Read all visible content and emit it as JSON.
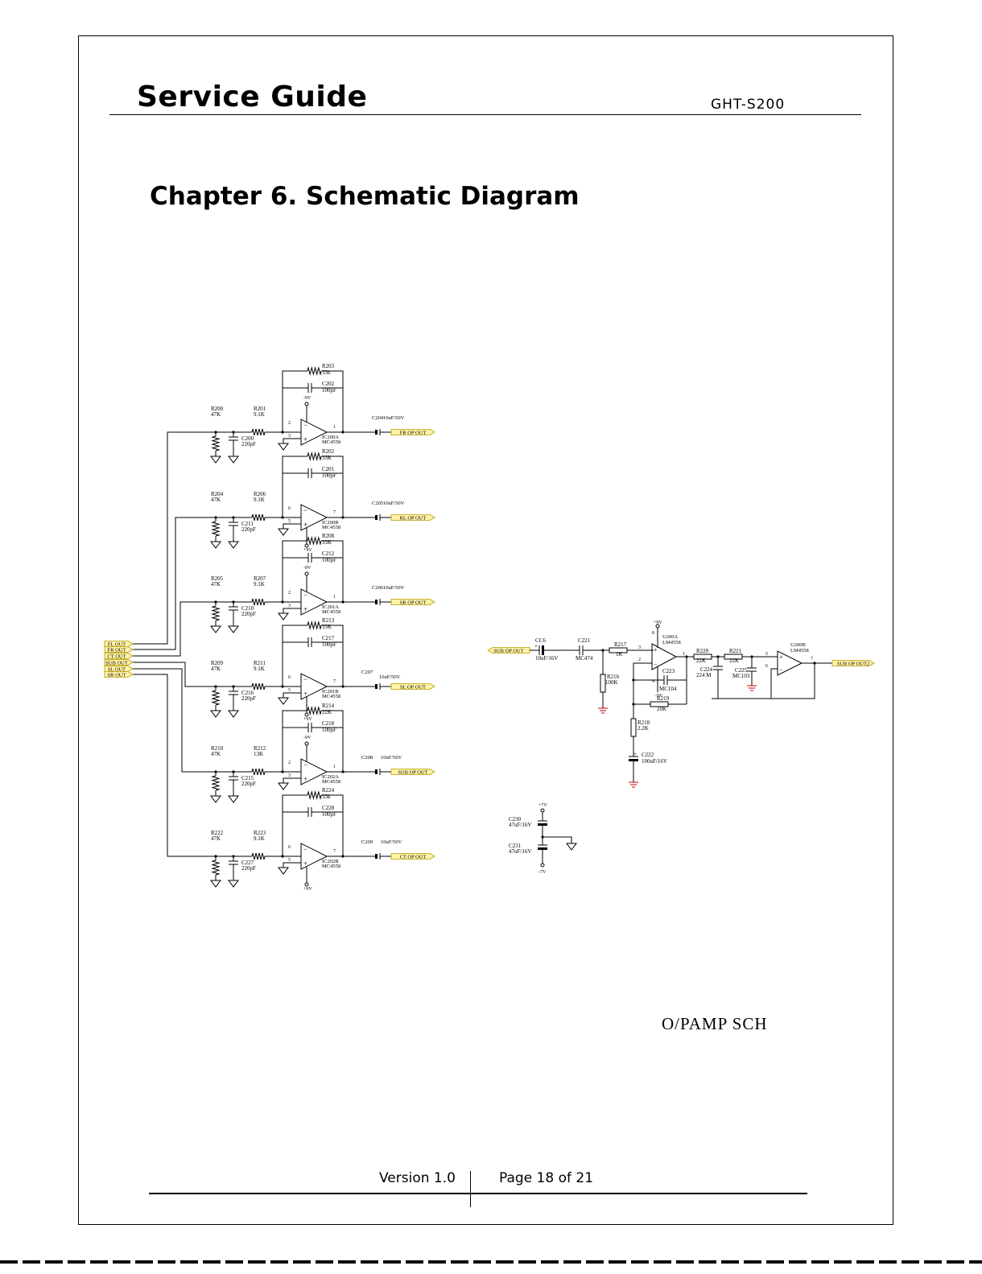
{
  "header": {
    "title": "Service Guide",
    "model": "GHT-S200"
  },
  "chapter_title": "Chapter 6. Schematic Diagram",
  "caption": "O/PAMP SCH",
  "footer": {
    "version": "Version 1.0",
    "page": "Page 18 of 21"
  },
  "inputs": [
    "FL OUT",
    "FR OUT",
    "CT OUT",
    "SUB OUT",
    "SL OUT",
    "SR OUT"
  ],
  "stages": [
    {
      "rin": "R200",
      "rin_val": "47K",
      "rser": "R201",
      "rser_val": "9.1K",
      "cin": "C200",
      "cin_val": "220pF",
      "rfb": "R203",
      "rfb_val": "33k",
      "cfb": "C202",
      "cfb_val": "100pF",
      "supply": "-9V",
      "pin_inv": "2",
      "pin_non": "3",
      "pin_out": "1",
      "ic": "IC200A",
      "ic_part": "MC4558",
      "cout": "C204",
      "cout_val": "10uF/50V",
      "out_label": "FR OP OUT"
    },
    {
      "rin": "R204",
      "rin_val": "47K",
      "rser": "R206",
      "rser_val": "9.1K",
      "cin": "C211",
      "cin_val": "220pF",
      "rfb": "R202",
      "rfb_val": "33K",
      "cfb": "C201",
      "cfb_val": "100pF",
      "supply": "+9V",
      "pin_inv": "6",
      "pin_non": "5",
      "pin_out": "7",
      "ic": "IC200B",
      "ic_part": "MC4558",
      "cout": "C205",
      "cout_val": "10uF/50V",
      "out_label": "RL OP OUT"
    },
    {
      "rin": "R205",
      "rin_val": "47K",
      "rser": "R207",
      "rser_val": "9.1K",
      "cin": "C210",
      "cin_val": "220pF",
      "rfb": "R208",
      "rfb_val": "33K",
      "cfb": "C212",
      "cfb_val": "100pF",
      "supply": "-9V",
      "pin_inv": "2",
      "pin_non": "3",
      "pin_out": "1",
      "ic": "IC201A",
      "ic_part": "MC4558",
      "cout": "C206",
      "cout_val": "10uF/50V",
      "out_label": "SR OP OUT"
    },
    {
      "rin": "R209",
      "rin_val": "47K",
      "rser": "R211",
      "rser_val": "9.1K",
      "cin": "C216",
      "cin_val": "220pF",
      "rfb": "R213",
      "rfb_val": "33K",
      "cfb": "C217",
      "cfb_val": "100pF",
      "supply": "+9V",
      "pin_inv": "6",
      "pin_non": "5",
      "pin_out": "7",
      "ic": "IC201B",
      "ic_part": "MC4558",
      "cout": "C207",
      "cout_val": "10uF/50V",
      "out_label": "SL OP OUT"
    },
    {
      "rin": "R210",
      "rin_val": "47K",
      "rser": "R212",
      "rser_val": "13K",
      "cin": "C215",
      "cin_val": "220pF",
      "rfb": "R214",
      "rfb_val": "22K",
      "cfb": "C218",
      "cfb_val": "100pF",
      "supply": "-9V",
      "pin_inv": "2",
      "pin_non": "3",
      "pin_out": "1",
      "ic": "IC202A",
      "ic_part": "MC4558",
      "cout": "C208",
      "cout_val": "10uF/50V",
      "out_label": "SUB OP OUT"
    },
    {
      "rin": "R222",
      "rin_val": "47K",
      "rser": "R223",
      "rser_val": "9.1K",
      "cin": "C227",
      "cin_val": "220pF",
      "rfb": "R224",
      "rfb_val": "33k",
      "cfb": "C228",
      "cfb_val": "100pF",
      "supply": "+9V",
      "pin_inv": "6",
      "pin_non": "5",
      "pin_out": "7",
      "ic": "IC202B",
      "ic_part": "MC4558",
      "cout": "C209",
      "cout_val": "10uF/50V",
      "out_label": "CT OP OUT"
    }
  ],
  "sub_filter": {
    "in_label": "SUB OP OUT",
    "cc6": "CC6",
    "cc6_val": "10uF/16V",
    "c221": "C221",
    "c221_val": "MC474",
    "r217": "R217",
    "r217_val": "1K",
    "r216": "R216",
    "r216_val": "100K",
    "u200a": "U200A",
    "u200a_part": "LM4558",
    "vplus": "+9V",
    "vminus": "-9V",
    "pin3": "3",
    "pin2": "2",
    "pin8": "8",
    "pin4": "4",
    "pin1": "1",
    "c223": "C223",
    "c223_val": "MC104",
    "r219": "R219",
    "r219_val": "20K",
    "r218": "R218",
    "r218_val": "2.2K",
    "c222": "C222",
    "c222_val": "100uF/16V",
    "r220": "R220",
    "r220_val": "22K",
    "r221": "R221",
    "r221_val": "22K",
    "c224": "C224",
    "c224_val": "224 M",
    "c225": "C225",
    "c225_val": "MC103",
    "u200b": "U200B",
    "u200b_part": "LM4558",
    "pin5": "5",
    "pin6": "6",
    "pin7": "7",
    "out_label": "SUB OP OUT2"
  },
  "supply_decoupling": {
    "vpos": "+7V",
    "vneg": "-7V",
    "c230": "C230",
    "c230_val": "47uF/16V",
    "c231": "C231",
    "c231_val": "47uF/16V"
  }
}
